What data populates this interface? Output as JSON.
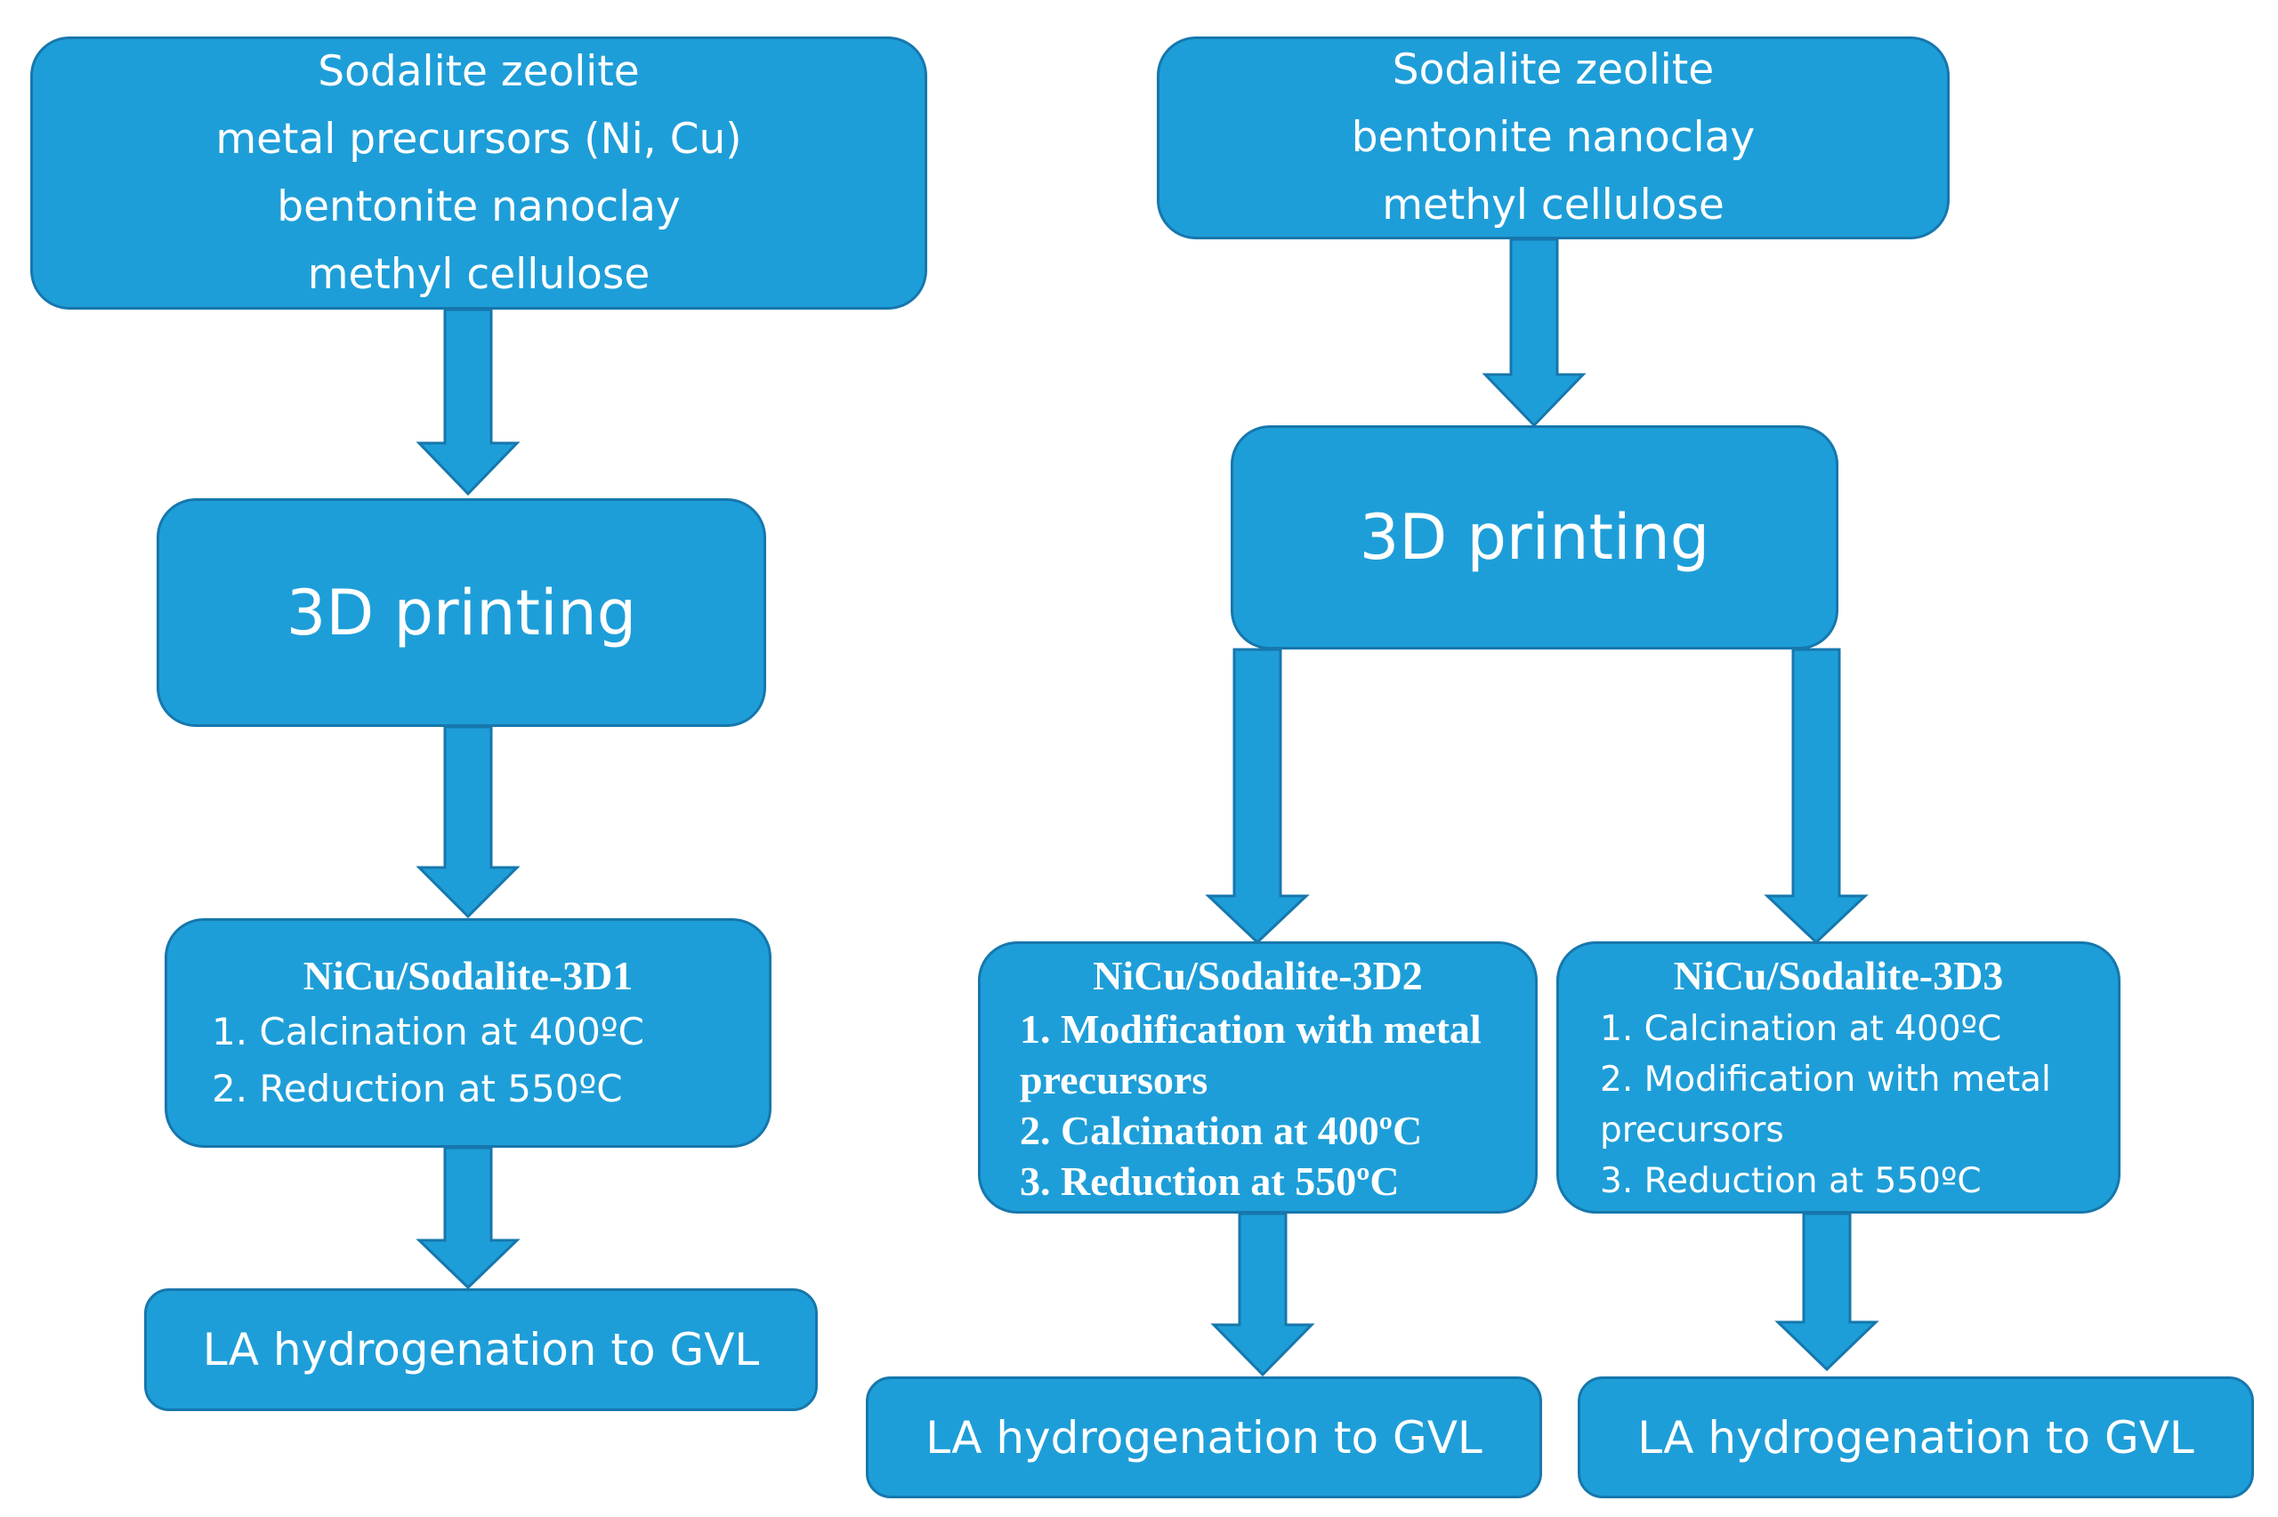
{
  "colors": {
    "box_fill": "#1e9ed8",
    "box_border": "#1677ad",
    "text": "#ffffff",
    "background": "#ffffff"
  },
  "left_flow": {
    "inputs": [
      "Sodalite zeolite",
      "metal precursors (Ni, Cu)",
      "bentonite nanoclay",
      "methyl cellulose"
    ],
    "process": "3D printing",
    "catalyst": {
      "title": "NiCu/Sodalite-3D1",
      "steps": [
        "1. Calcination at 400ºC",
        "2. Reduction at 550ºC"
      ]
    },
    "result": "LA hydrogenation to GVL"
  },
  "right_flow": {
    "inputs": [
      "Sodalite zeolite",
      "bentonite nanoclay",
      "methyl cellulose"
    ],
    "process": "3D printing",
    "catalyst_a": {
      "title": "NiCu/Sodalite-3D2",
      "steps": [
        "1. Modification with metal",
        "precursors",
        "2. Calcination at 400ºC",
        "3. Reduction at 550ºC"
      ]
    },
    "catalyst_b": {
      "title": "NiCu/Sodalite-3D3",
      "steps": [
        "1. Calcination at 400ºC",
        "2. Modification with metal",
        "precursors",
        "3. Reduction at 550ºC"
      ]
    },
    "result_a": "LA hydrogenation to GVL",
    "result_b": "LA hydrogenation to GVL"
  }
}
